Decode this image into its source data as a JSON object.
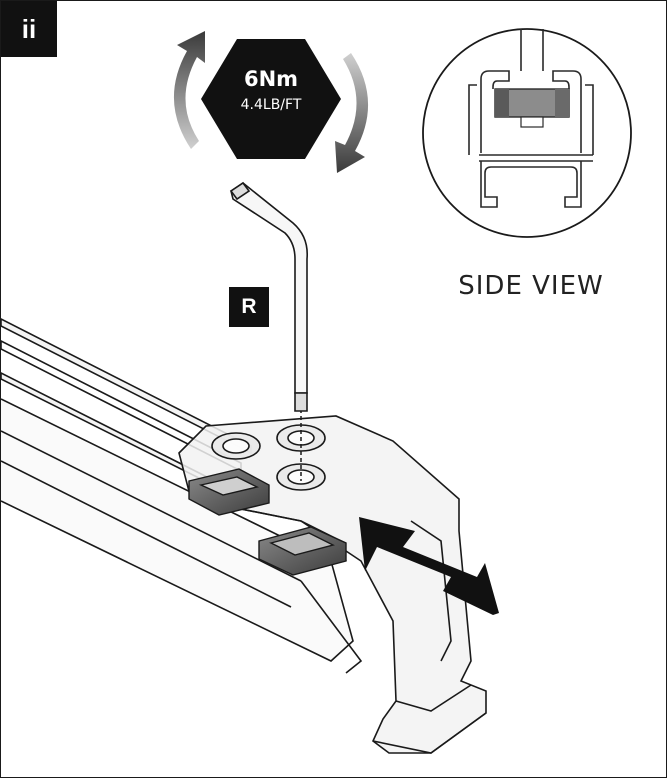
{
  "step": {
    "label": "ii"
  },
  "torque": {
    "value": "6Nm",
    "imperial": "4.4LB/FT"
  },
  "tool": {
    "badge": "R"
  },
  "inset": {
    "caption": "SIDE VIEW"
  },
  "colors": {
    "badge": "#111111",
    "line": "#1a1a1a",
    "part_fill": "#f2f2f2",
    "block": "#555555",
    "arrow": "#111111"
  }
}
